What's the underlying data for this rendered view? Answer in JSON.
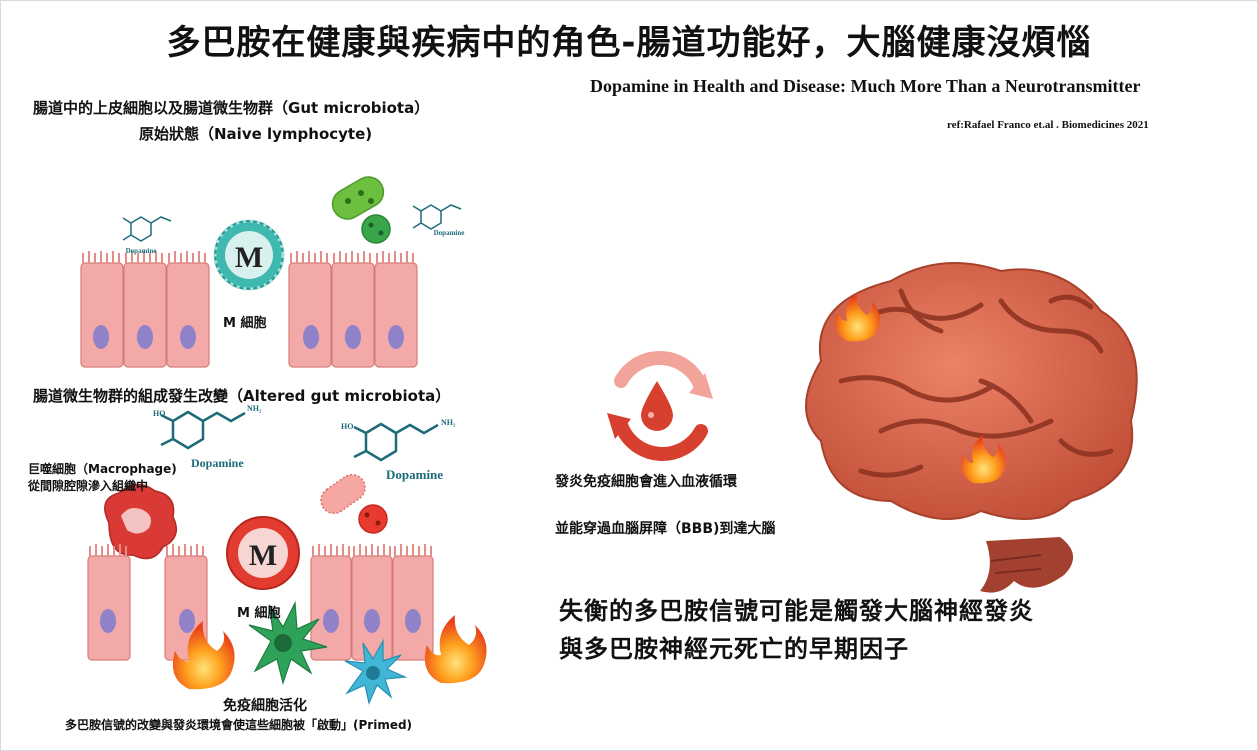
{
  "title": "多巴胺在健康與疾病中的角色-腸道功能好，大腦健康沒煩惱",
  "subtitle": "Dopamine in Health and Disease: Much More Than a Neurotransmitter",
  "reference": "ref:Rafael Franco et.al . Biomedicines 2021",
  "top_panel": {
    "line1": "腸道中的上皮細胞以及腸道微生物群（Gut microbiota）",
    "line2": "原始狀態（Naive lymphocyte)",
    "m_letter": "M",
    "m_cell_label": "M 細胞",
    "dopamine_label_left": "Dopamine",
    "dopamine_label_right": "Dopamine"
  },
  "bottom_panel": {
    "altered_label": "腸道微生物群的組成發生改變（Altered gut microbiota）",
    "macrophage_line1": "巨噬細胞（Macrophage)",
    "macrophage_line2": "從間隙腔隙滲入組織中",
    "dopamine_label_1": "Dopamine",
    "dopamine_label_2": "Dopamine",
    "m_letter": "M",
    "m_cell_label": "M 細胞",
    "immune_activation": "免疫細胞活化",
    "primed_note": "多巴胺信號的改變與發炎環境會使這些細胞被「啟動」(Primed)",
    "nh2_label": "NH₂",
    "ho_label": "HO"
  },
  "right_panel": {
    "circulation_line1": "發炎免疫細胞會進入血液循環",
    "circulation_line2": "並能穿過血腦屏障（BBB)到達大腦",
    "conclusion_line1": "失衡的多巴胺信號可能是觸發大腦神經發炎",
    "conclusion_line2": "與多巴胺神經元死亡的早期因子"
  },
  "colors": {
    "epithelium": "#f2a9a7",
    "nucleus": "#8f82c8",
    "m_cell_healthy": "#3fb8b0",
    "m_cell_inflamed": "#e23b2f",
    "brain": "#d9644a",
    "blood_arrow": "#d7402f",
    "fire": "#f07a1a",
    "dopamine_teal": "#1d6b7a"
  }
}
